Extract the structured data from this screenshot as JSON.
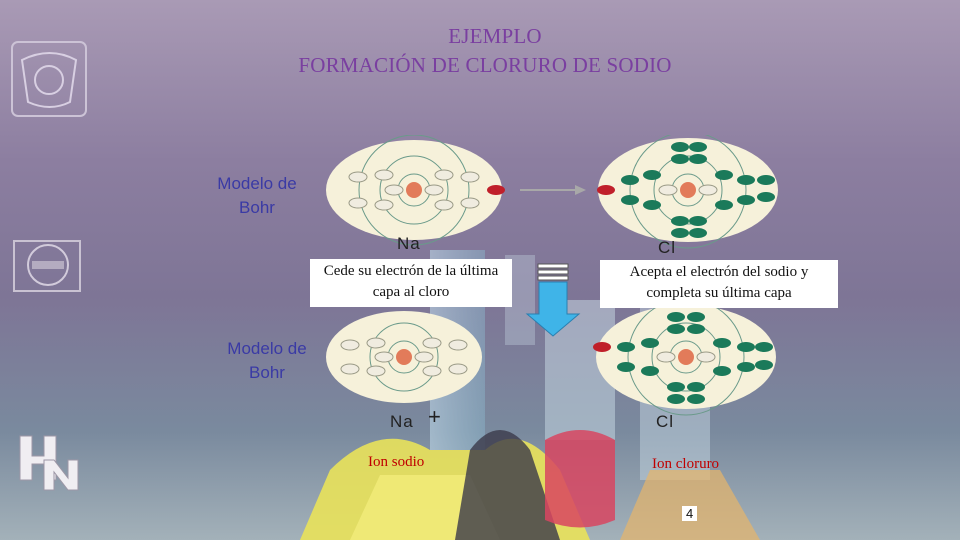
{
  "title": {
    "line1": "EJEMPLO",
    "line2": "FORMACIÓN DE CLORURO DE SODIO"
  },
  "bohr_labels": {
    "top": "Modelo de\nBohr",
    "bottom": "Modelo de\nBohr"
  },
  "top_row": {
    "sodium_symbol": "Na",
    "chlorine_symbol": "Cl"
  },
  "bottom_row": {
    "sodium_symbol": "Na",
    "sodium_charge": "+",
    "chlorine_symbol": "Cl"
  },
  "boxes": {
    "na_text": "Cede su electrón de la última capa al cloro",
    "cl_text": "Acepta el electrón del sodio y completa su última capa"
  },
  "ions": {
    "sodium": "Ion sodio",
    "chloride": "Ion cloruro"
  },
  "page_number": "4",
  "colors": {
    "title": "#7a3fa0",
    "bohr_label": "#3a3aa5",
    "ion_label": "#c00000",
    "electron_green": "#1b7a5a",
    "electron_red": "#c0202a",
    "electron_white": "#f0ece0",
    "arrow_blue": "#3fb4e8"
  },
  "icons": {
    "top_logo": "unam-seal-icon",
    "mid_logo": "school-emblem-icon",
    "bottom_logo": "hn-logo-icon"
  }
}
